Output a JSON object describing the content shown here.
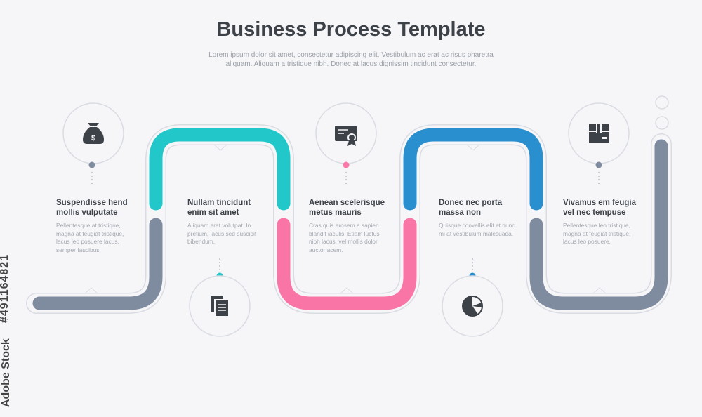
{
  "header": {
    "title": "Business Process Template",
    "subtitle": "Lorem ipsum dolor sit amet, consectetur adipiscing elit. Vestibulum ac erat ac risus pharetra aliquam. Aliquam a tristique nibh. Donec at lacus dignissim tincidunt consectetur."
  },
  "colors": {
    "slate": "#7f8ca0",
    "teal": "#22c7c9",
    "pink": "#f975a6",
    "blue": "#2a8fcf",
    "background": "#f6f6f8"
  },
  "steps": [
    {
      "title": "Suspendisse hend mollis vulputate",
      "text": "Pellentesque at tristique, magna at feugiat tristique, lacus leo posuere lacus, semper faucibus.",
      "icon": "money-bag-icon"
    },
    {
      "title": "Nullam tincidunt enim sit amet",
      "text": "Aliquam erat volutpat. In pretium, lacus sed suscipit bibendum.",
      "icon": "documents-icon"
    },
    {
      "title": "Aenean scelerisque metus mauris",
      "text": "Cras quis erosem a sapien blandit iaculis. Etiam luctus nibh lacus, vel mollis dolor auctor acem.",
      "icon": "certificate-icon"
    },
    {
      "title": "Donec nec porta massa non",
      "text": "Quisque convallis elit et nunc mi at vestibulum malesuada.",
      "icon": "pie-chart-icon"
    },
    {
      "title": "Vivamus em feugia vel nec tempuse",
      "text": "Pellentesque leo tristique, magna at feugiat tristique, lacus leo posuere.",
      "icon": "box-icon"
    }
  ],
  "watermark": {
    "stock_id": "#491164821",
    "brand": "Adobe Stock"
  }
}
